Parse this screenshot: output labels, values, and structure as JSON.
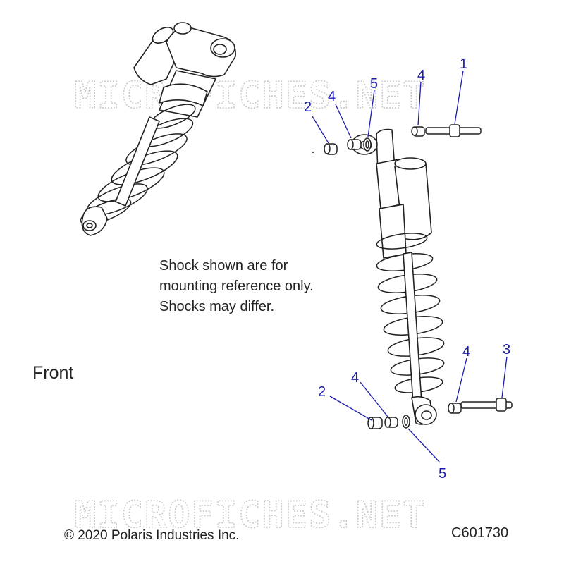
{
  "watermark": "MICROFICHES.NET",
  "callouts": [
    "1",
    "2",
    "4",
    "5",
    "4",
    "2",
    "4",
    "5",
    "4",
    "3"
  ],
  "note": {
    "line1": "Shock shown are for",
    "line2": "mounting reference only.",
    "line3": "Shocks may differ."
  },
  "labels": {
    "front": "Front",
    "copyright": "© 2020 Polaris Industries Inc.",
    "diagram_code": "C601730"
  },
  "colors": {
    "callout": "#1c1ca8",
    "line_art": "#222222",
    "watermark": "#c8c8c8"
  }
}
